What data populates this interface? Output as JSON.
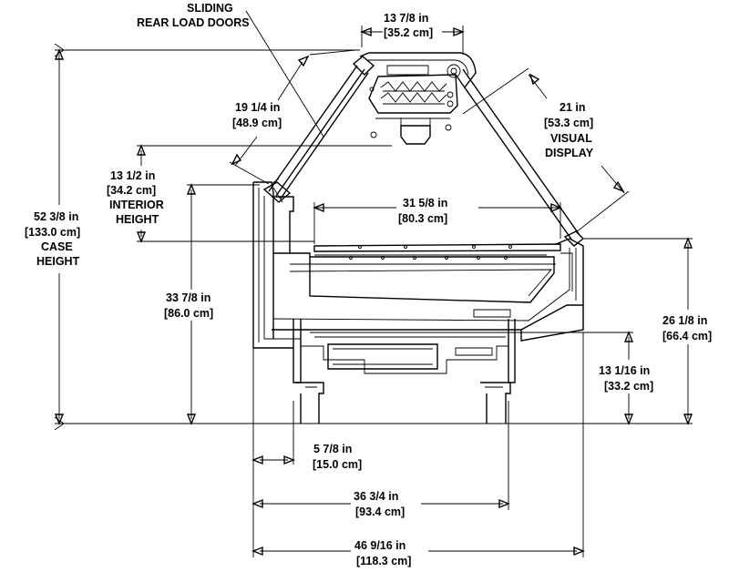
{
  "labels": {
    "doors": {
      "line1": "SLIDING",
      "line2": "REAR LOAD DOORS"
    },
    "top_width": {
      "in": "13 7/8 in",
      "cm": "[35.2 cm]"
    },
    "door_len": {
      "in": "19 1/4 in",
      "cm": "[48.9 cm]"
    },
    "visual": {
      "in": "21 in",
      "cm": "[53.3 cm]",
      "line1": "VISUAL",
      "line2": "DISPLAY"
    },
    "interior": {
      "in": "13 1/2 in",
      "cm": "[34.2 cm]",
      "line1": "INTERIOR",
      "line2": "HEIGHT"
    },
    "case": {
      "in": "52 3/8 in",
      "cm": "[133.0 cm]",
      "line1": "CASE",
      "line2": "HEIGHT"
    },
    "deck": {
      "in": "31 5/8 in",
      "cm": "[80.3 cm]"
    },
    "rear_height": {
      "in": "33 7/8 in",
      "cm": "[86.0 cm]"
    },
    "front_height": {
      "in": "26 1/8 in",
      "cm": "[66.4 cm]"
    },
    "base_height": {
      "in": "13 1/16 in",
      "cm": "[33.2 cm]"
    },
    "overhang": {
      "in": "5 7/8 in",
      "cm": "[15.0 cm]"
    },
    "base_width": {
      "in": "36 3/4 in",
      "cm": "[93.4 cm]"
    },
    "overall_width": {
      "in": "46 9/16 in",
      "cm": "[118.3 cm]"
    }
  },
  "colors": {
    "line": "#000000",
    "background": "#ffffff"
  }
}
